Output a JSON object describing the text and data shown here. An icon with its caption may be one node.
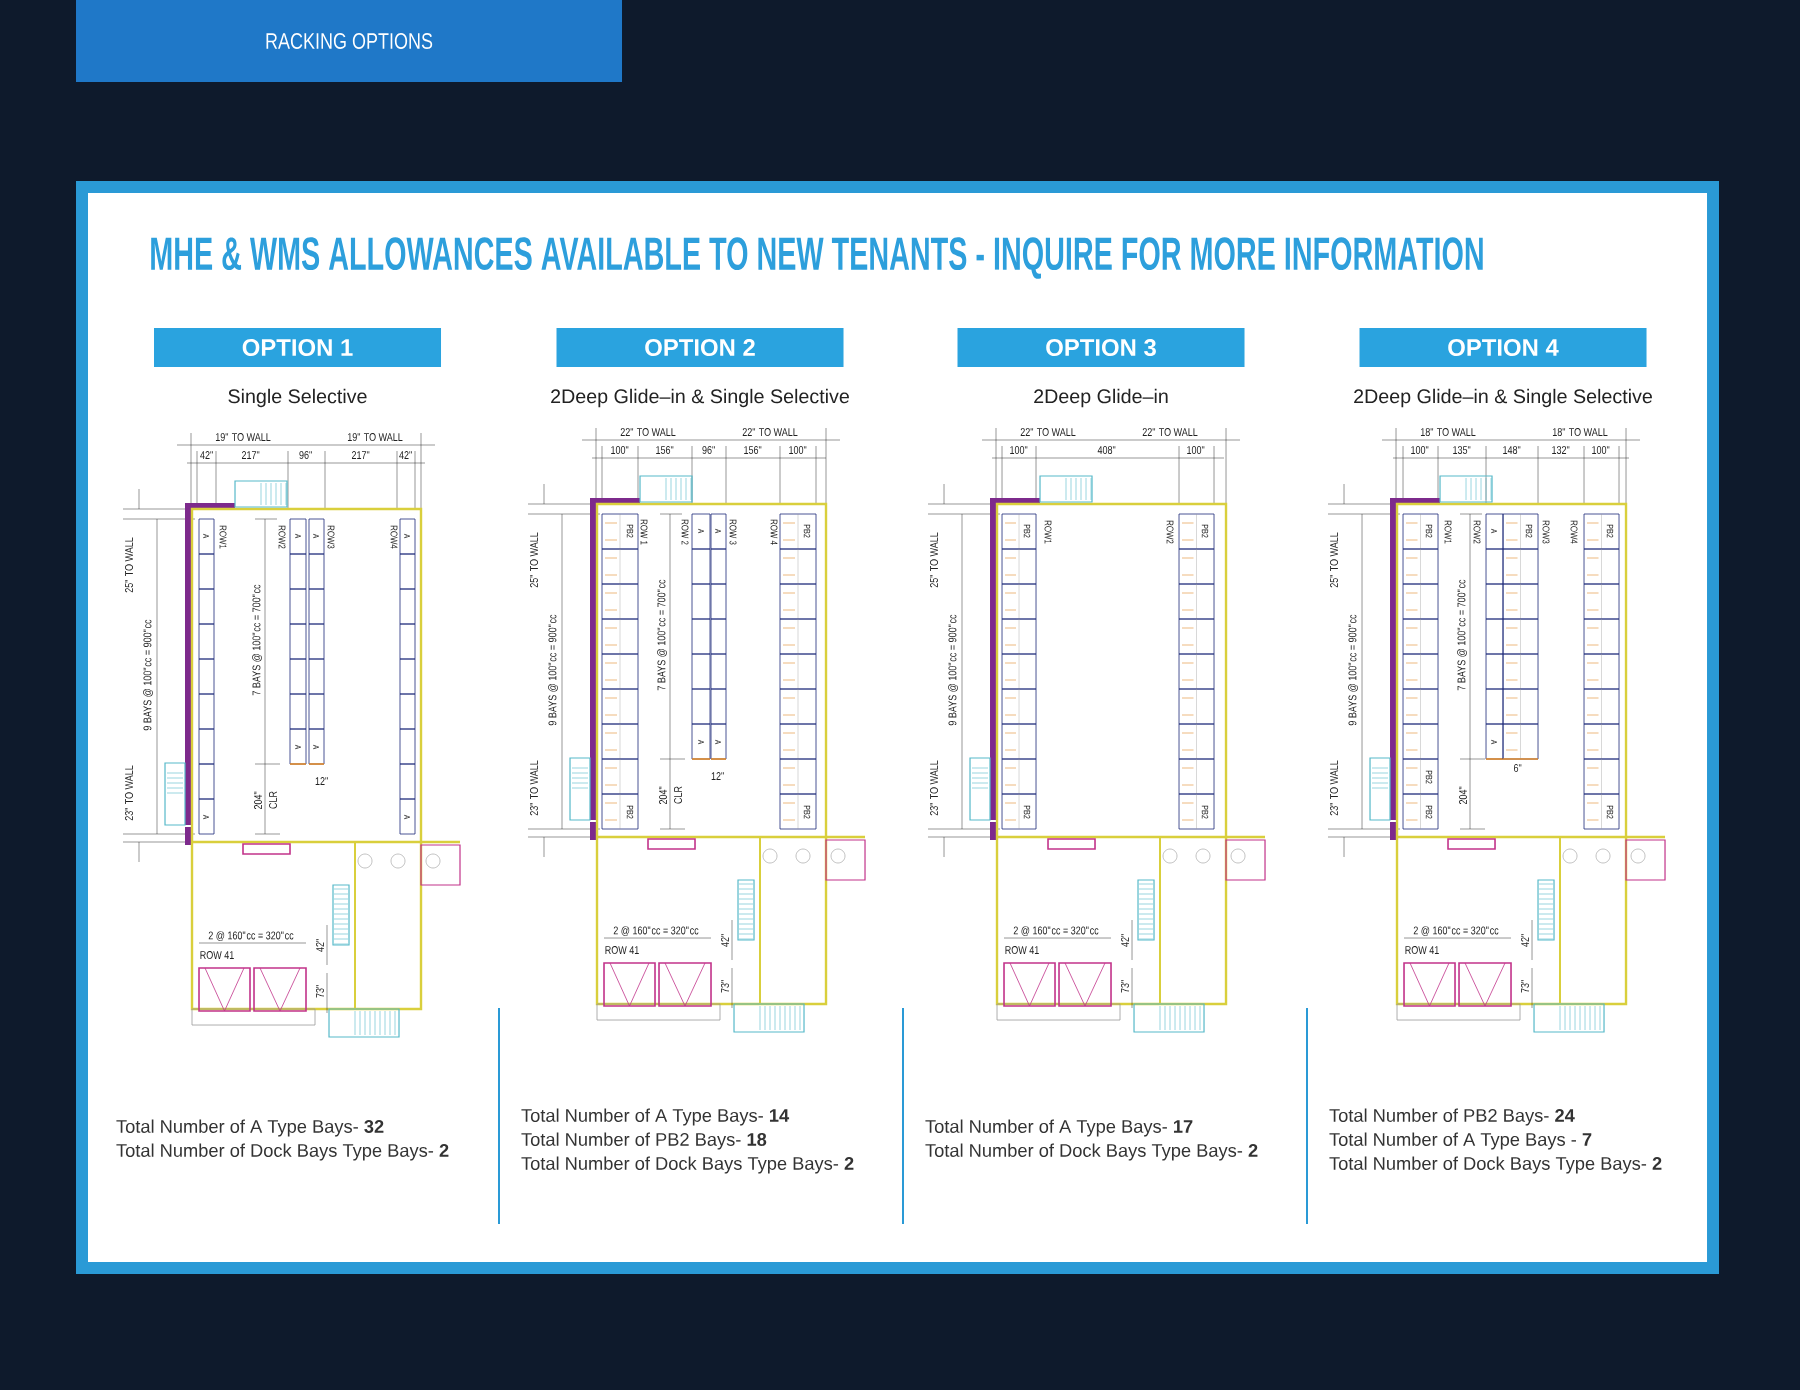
{
  "diagram": {
    "title": "MHE & WMS ALLOWANCES AVAILABLE TO NEW TENANTS - INQUIRE FOR MORE INFORMATION",
    "nodes": [
      {
        "text": [
          "RACKING OPTIONS"
        ]
      },
      {
        "text": [
          "OPTION 1"
        ],
        "beside": [
          "Single Selective"
        ]
      },
      {
        "text": [
          "OPTION 2"
        ],
        "beside": [
          "2Deep Glide–in & Single Selective"
        ]
      },
      {
        "text": [
          "OPTION 3"
        ],
        "beside": [
          "2Deep Glide–in"
        ]
      },
      {
        "text": [
          "OPTION 4"
        ],
        "beside": [
          "2Deep Glide–in & Single Selective"
        ]
      }
    ],
    "labels": [
      "19\" TO WALL",
      "19\" TO WALL",
      "42\"",
      "217\"",
      "96\"",
      "217\"",
      "42\"",
      "25\" TO WALL",
      "9 BAYS @ 100\"cc = 900\"cc",
      "23\" TO WALL",
      "7 BAYS @ 100\"cc = 700\"cc",
      "204\"",
      "CLR",
      "12\"",
      "ROW1",
      "ROW2",
      "ROW3",
      "ROW4",
      "A",
      "A",
      "A",
      "A",
      "A",
      "A",
      "A",
      "A",
      "2 @ 160\"cc = 320\"cc",
      "ROW 41",
      "42\"",
      "73\"",
      "Total Number of A Type Bays- **32**",
      "Total Number of Dock Bays Type Bays- **2**",
      "22\" TO WALL",
      "22\" TO WALL",
      "100\"",
      "156\"",
      "96\"",
      "156\"",
      "100\"",
      "25\" TO WALL",
      "9 BAYS @ 100\"cc = 900\"cc",
      "23\" TO WALL",
      "7 BAYS @ 100\"cc = 700\"cc",
      "204\"",
      "CLR",
      "12\"",
      "ROW 1",
      "ROW 2",
      "ROW 3",
      "ROW 4",
      "PB2",
      "PB2",
      "A",
      "A",
      "A",
      "A",
      "PB2",
      "PB2",
      "2 @ 160\"cc = 320\"cc",
      "ROW 41",
      "42\"",
      "73\"",
      "Total Number of A Type Bays- **14**",
      "Total Number of PB2 Bays- **18**",
      "Total Number of Dock Bays Type Bays- **2**",
      "22\" TO WALL",
      "22\" TO WALL",
      "100\"",
      "408\"",
      "100\"",
      "25\" TO WALL",
      "9 BAYS @ 100\"cc = 900\"cc",
      "23\" TO WALL",
      "ROW1",
      "ROW2",
      "PB2",
      "PB2",
      "PB2",
      "PB2",
      "2 @ 160\"cc = 320\"cc",
      "ROW 41",
      "42\"",
      "73\"",
      "Total Number of A Type Bays- **17**",
      "Total Number of Dock Bays Type Bays- **2**",
      "18\" TO WALL",
      "18\" TO WALL",
      "100\"",
      "135\"",
      "148\"",
      "132\"",
      "100\"",
      "25\" TO WALL",
      "9 BAYS @ 100\"cc = 900\"cc",
      "23\" TO WALL",
      "7 BAYS @ 100\"cc = 700\"cc",
      "204\"",
      "6\"",
      "ROW1",
      "ROW2",
      "ROW3",
      "ROW4",
      "PB2",
      "PB2",
      "PB2",
      "A",
      "A",
      "PB2",
      "PB2",
      "PB2",
      "2 @ 160\"cc = 320\"cc",
      "ROW 41",
      "42\"",
      "73\"",
      "Total Number of PB2 Bays- **24**",
      "Total Number of A Type Bays - **7**",
      "Total Number of Dock Bays Type Bays- **2**"
    ]
  }
}
